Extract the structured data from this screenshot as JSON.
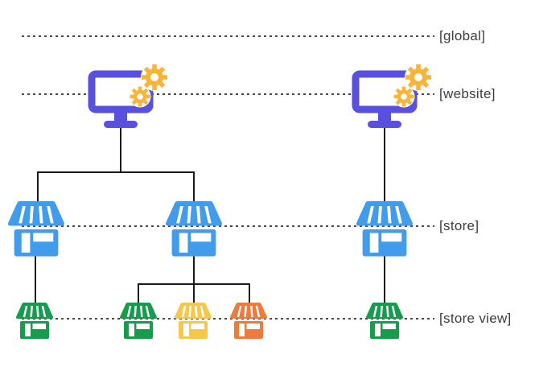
{
  "diagram": {
    "type": "scope-hierarchy-tree",
    "levels": [
      {
        "id": "global",
        "label": "[global]",
        "node_count": 0,
        "icon": "none"
      },
      {
        "id": "website",
        "label": "[website]",
        "node_count": 2,
        "icon": "computer-gears-icon"
      },
      {
        "id": "store",
        "label": "[store]",
        "node_count": 3,
        "icon": "storefront-icon"
      },
      {
        "id": "store_view",
        "label": "[store view]",
        "node_count": 5,
        "icon": "storefront-icon"
      }
    ],
    "structure": {
      "website_1": {
        "children_stores": [
          "store_1",
          "store_2"
        ]
      },
      "store_1": {
        "children_store_views": [
          "store_view_1_green"
        ]
      },
      "store_2": {
        "children_store_views": [
          "store_view_2_green",
          "store_view_3_yellow",
          "store_view_4_orange"
        ]
      },
      "website_2": {
        "children_stores": [
          "store_3"
        ]
      },
      "store_3": {
        "children_store_views": [
          "store_view_5_green"
        ]
      }
    },
    "colors": {
      "website_icon": "#5A50E0",
      "gear": "#F9B43A",
      "store_blue": "#419CEB",
      "store_view_green": "#149D4D",
      "store_view_yellow": "#F6C84A",
      "store_view_orange": "#EF7B3B",
      "connector": "#1a1a1a",
      "dashed_line": "#4a4a4a",
      "label_text": "#3d3d3d"
    }
  }
}
